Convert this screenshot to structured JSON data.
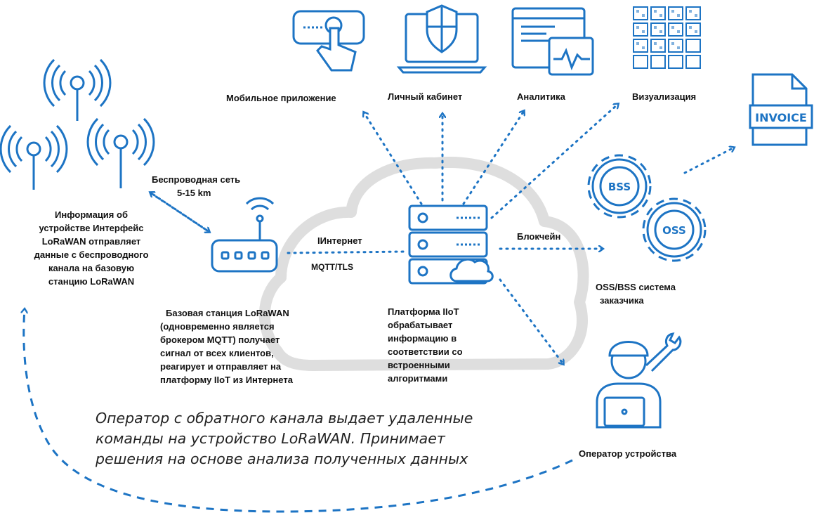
{
  "labels": {
    "mobile_app": "Мобильное приложение",
    "personal_account": "Личный кабинет",
    "analytics": "Аналитика",
    "visualization": "Визуализация",
    "wireless_net_line1": "Беспроводная сеть",
    "wireless_net_line2": "5-15 km",
    "device_info": [
      "Информация об",
      "устройстве Интерфейс",
      "LoRaWAN отправляет",
      "данные с беспроводного",
      "канала на базовую",
      "станцию LoRaWAN"
    ],
    "internet": "IИнтернет",
    "mqtt": "MQTT/TLS",
    "blockchain": "Блокчейн",
    "oss_bss_line1": "OSS/BSS система",
    "oss_bss_line2": "заказчика",
    "base_station": [
      "Базовая станция LoRaWAN",
      "(одновременно является",
      "брокером MQTT) получает",
      "сигнал от всех клиентов,",
      "реагирует и отправляет на",
      "платформу IIoT из Интернета"
    ],
    "platform": [
      "Платформа IIoT",
      "обрабатывает",
      "информацию в",
      "соответствии со",
      "встроенными",
      "алгоритмами"
    ],
    "device_operator": "Оператор устройства",
    "operator_note": [
      "Оператор с обратного канала выдает удаленные",
      "команды на устройство LoRaWAN. Принимает",
      "решения на основе анализа полученных данных"
    ]
  },
  "badges": {
    "invoice": "INVOICE",
    "bss": "BSS",
    "oss": "OSS"
  },
  "icons": [
    "antenna-icon",
    "router-icon",
    "server-icon",
    "cloud-icon",
    "mobile-touch-icon",
    "laptop-shield-icon",
    "analytics-window-icon",
    "grid-visualization-icon",
    "invoice-document-icon",
    "gear-icon",
    "operator-person-icon"
  ],
  "colors": {
    "primary_blue": "#1d74c4",
    "cloud_gray": "#dcdcdc",
    "text": "#111111"
  }
}
